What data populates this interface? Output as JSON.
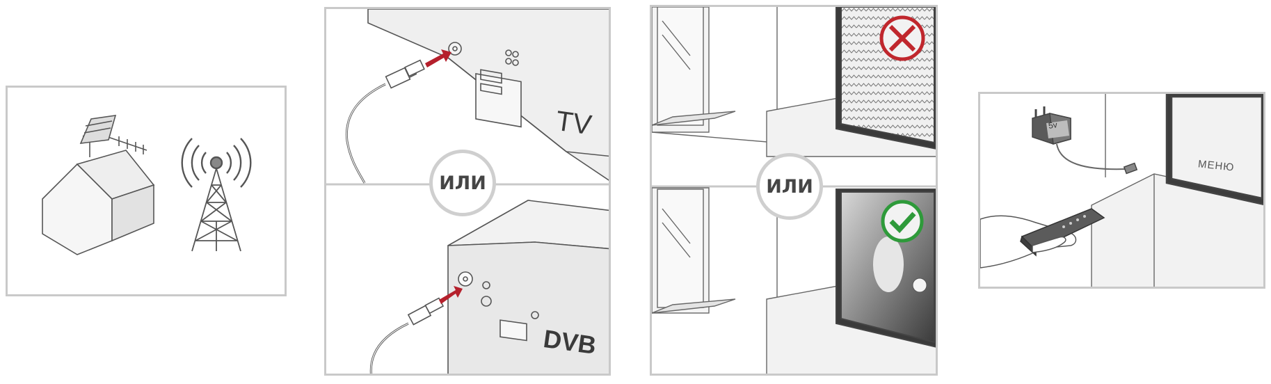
{
  "separator_text": "ИЛИ",
  "panels": {
    "connection_top": {
      "device_label": "TV"
    },
    "connection_bottom": {
      "device_label": "DVB"
    },
    "setup": {
      "power_label": "5v",
      "screen_text": "МЕНЮ"
    }
  },
  "colors": {
    "border": "#c9c9c9",
    "line": "#555555",
    "arrow": "#b5202c",
    "cross": "#c0272d",
    "check": "#2e9a3a",
    "fill_light": "#ececec"
  },
  "icons": [
    "house-antenna-icon",
    "broadcast-tower-icon",
    "cross-icon",
    "check-icon",
    "power-adapter-icon",
    "remote-control-icon"
  ]
}
